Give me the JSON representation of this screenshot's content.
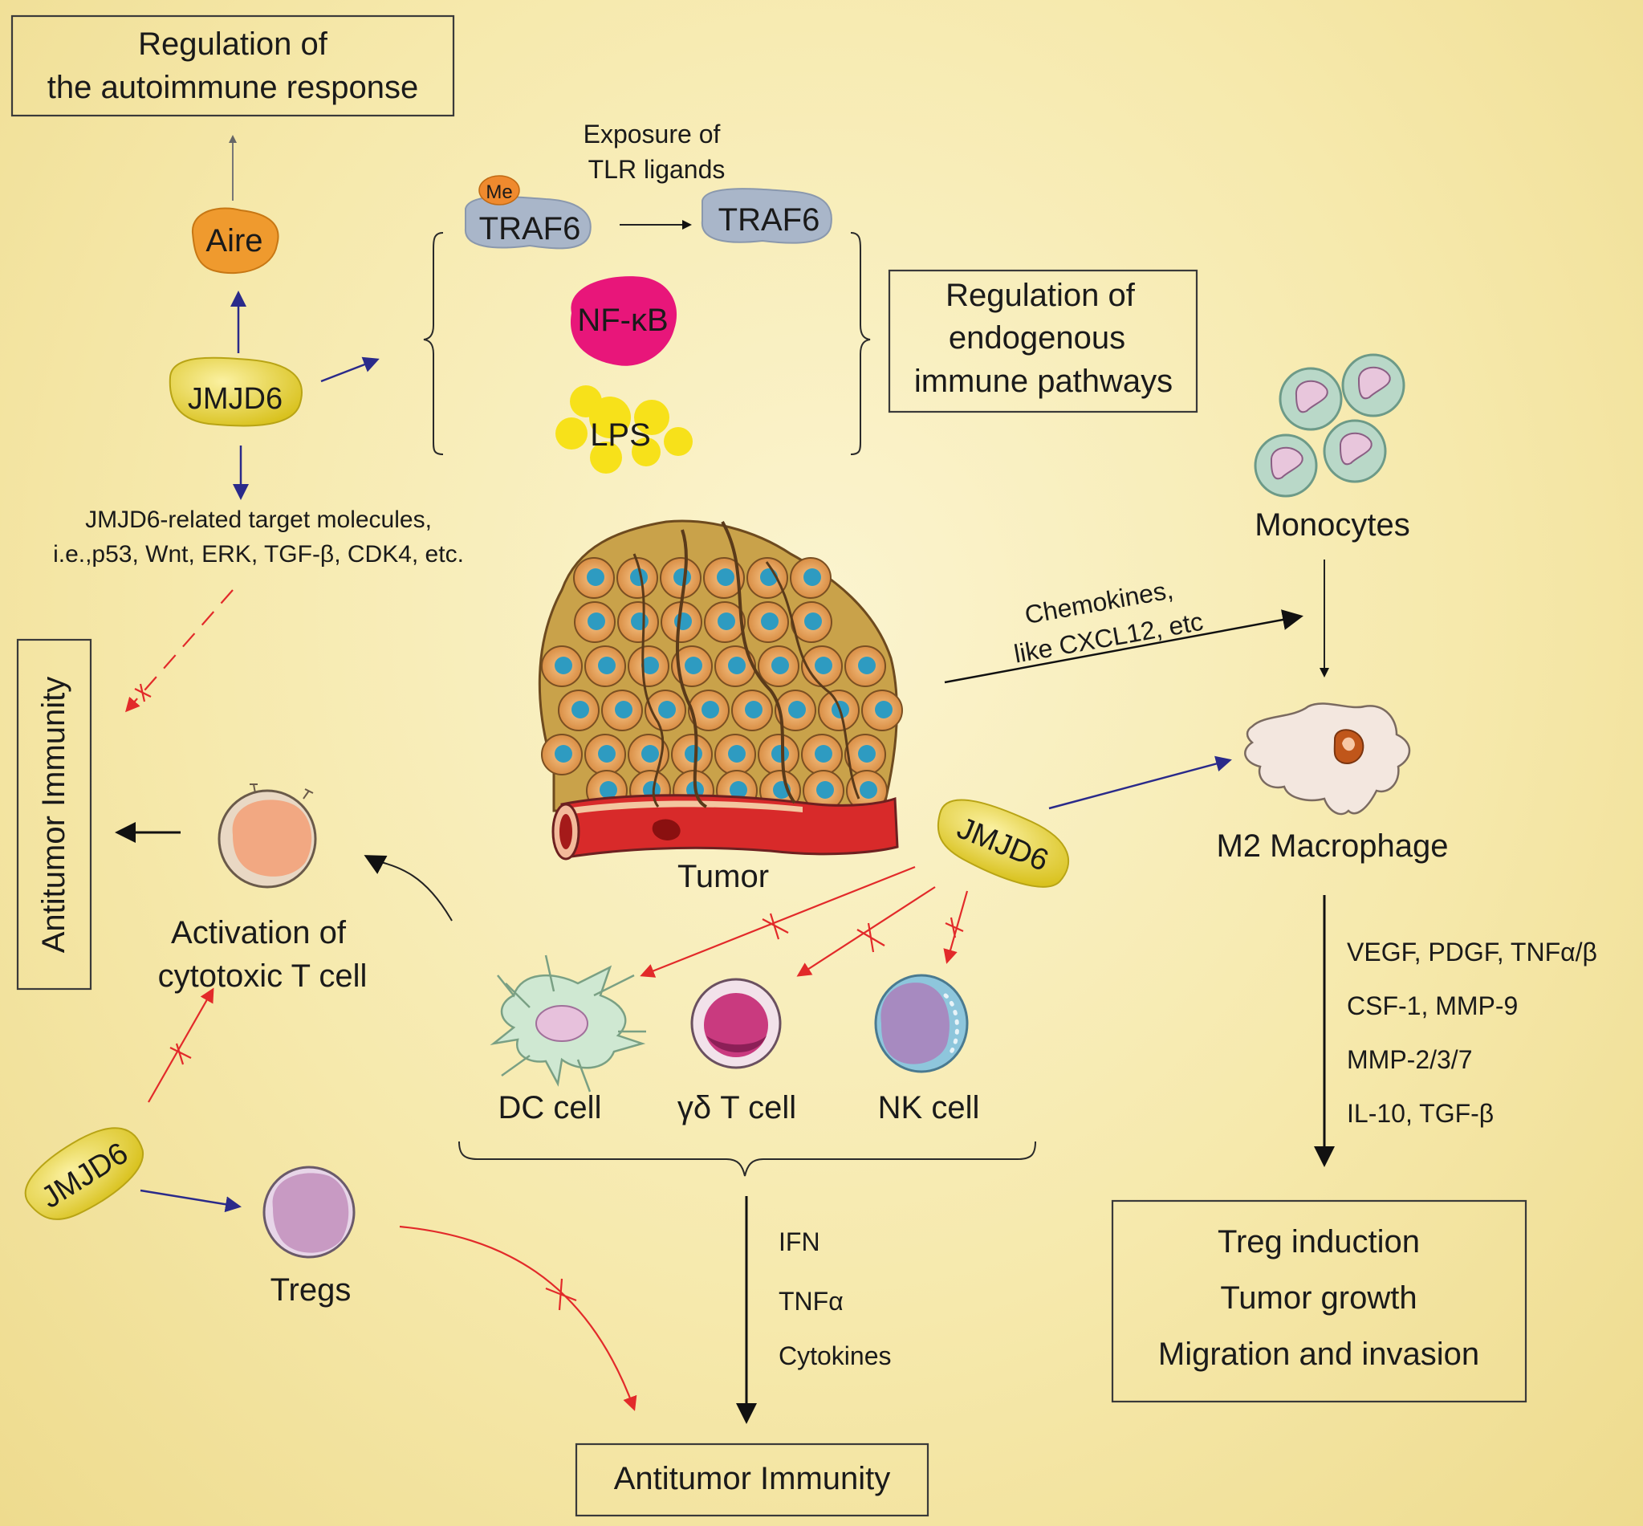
{
  "boxes": {
    "autoimmune_line1": "Regulation of",
    "autoimmune_line2": "the autoimmune response",
    "endogenous_line1": "Regulation of",
    "endogenous_line2": "endogenous",
    "endogenous_line3": "immune pathways",
    "antitumor_left": "Antitumor Immunity",
    "antitumor_bottom": "Antitumor Immunity",
    "outcomes": [
      "Treg induction",
      "Tumor growth",
      "Migration and invasion"
    ]
  },
  "molecules": {
    "aire": "Aire",
    "jmjd6": "JMJD6",
    "me": "Me",
    "traf6": "TRAF6",
    "nfkb": "NF-κB",
    "lps": "LPS"
  },
  "labels": {
    "tlr_line1": "Exposure of",
    "tlr_line2": "TLR ligands",
    "targets_line1": "JMJD6-related target molecules,",
    "targets_line2": "i.e.,p53, Wnt, ERK, TGF-β, CDK4, etc.",
    "monocytes": "Monocytes",
    "chemokines_line1": "Chemokines,",
    "chemokines_line2": "like CXCL12, etc",
    "m2": "M2 Macrophage",
    "tumor": "Tumor",
    "ctl_line1": "Activation of",
    "ctl_line2": "cytotoxic T cell",
    "dc": "DC cell",
    "gdt": "γδ T cell",
    "nk": "NK cell",
    "tregs": "Tregs"
  },
  "factors": [
    "VEGF, PDGF, TNFα/β",
    "CSF-1, MMP-9",
    "MMP-2/3/7",
    "IL-10, TGF-β"
  ],
  "cytokines": [
    "IFN",
    "TNFα",
    "Cytokines"
  ],
  "colors": {
    "jmjd6": "#efd93a",
    "aire": "#ef9a2e",
    "traf6": "#a9b6c9",
    "nfkb": "#e8167a",
    "lps": "#f7e11a",
    "inhibit_arrow": "#e22a2a",
    "navy_arrow": "#2a2a8a"
  }
}
